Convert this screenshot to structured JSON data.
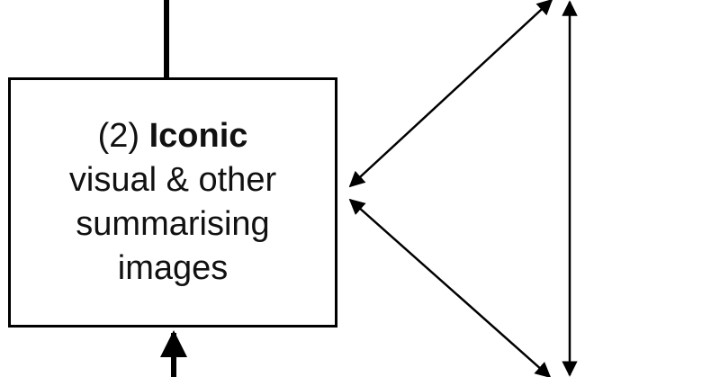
{
  "node": {
    "number": "(2)",
    "title": "Iconic",
    "lines": [
      "visual & other",
      "summarising",
      "images"
    ]
  },
  "colors": {
    "stroke": "#000000",
    "text": "#111111",
    "background": "#ffffff"
  }
}
